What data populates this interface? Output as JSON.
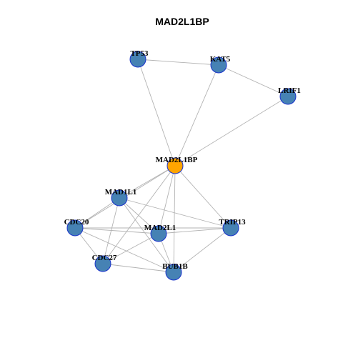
{
  "title": "MAD2L1BP",
  "colors": {
    "hub_fill": "#FFA500",
    "node_fill": "#4682B4",
    "node_border": "#1A33CC",
    "edge": "#B3B3B3"
  },
  "nodes": [
    {
      "id": "TP53",
      "label": "TP53",
      "hub": false
    },
    {
      "id": "KAT5",
      "label": "KAT5",
      "hub": false
    },
    {
      "id": "LRIF1",
      "label": "LRIF1",
      "hub": false
    },
    {
      "id": "MAD2L1BP",
      "label": "MAD2L1BP",
      "hub": true
    },
    {
      "id": "MAD1L1",
      "label": "MAD1L1",
      "hub": false
    },
    {
      "id": "CDC20",
      "label": "CDC20",
      "hub": false
    },
    {
      "id": "MAD2L1",
      "label": "MAD2L1",
      "hub": false
    },
    {
      "id": "TRIP13",
      "label": "TRIP13",
      "hub": false
    },
    {
      "id": "CDC27",
      "label": "CDC27",
      "hub": false
    },
    {
      "id": "BUB1B",
      "label": "BUB1B",
      "hub": false
    }
  ],
  "edges": [
    [
      "TP53",
      "KAT5"
    ],
    [
      "TP53",
      "MAD2L1BP"
    ],
    [
      "KAT5",
      "LRIF1"
    ],
    [
      "KAT5",
      "MAD2L1BP"
    ],
    [
      "LRIF1",
      "MAD2L1BP"
    ],
    [
      "MAD2L1BP",
      "MAD1L1"
    ],
    [
      "MAD2L1BP",
      "CDC20"
    ],
    [
      "MAD2L1BP",
      "MAD2L1"
    ],
    [
      "MAD2L1BP",
      "TRIP13"
    ],
    [
      "MAD2L1BP",
      "CDC27"
    ],
    [
      "MAD2L1BP",
      "BUB1B"
    ],
    [
      "MAD1L1",
      "CDC20"
    ],
    [
      "MAD1L1",
      "MAD2L1"
    ],
    [
      "MAD1L1",
      "TRIP13"
    ],
    [
      "MAD1L1",
      "CDC27"
    ],
    [
      "MAD1L1",
      "BUB1B"
    ],
    [
      "CDC20",
      "MAD2L1"
    ],
    [
      "CDC20",
      "CDC27"
    ],
    [
      "CDC20",
      "BUB1B"
    ],
    [
      "MAD2L1",
      "TRIP13"
    ],
    [
      "MAD2L1",
      "CDC27"
    ],
    [
      "MAD2L1",
      "BUB1B"
    ],
    [
      "TRIP13",
      "CDC20"
    ],
    [
      "TRIP13",
      "BUB1B"
    ],
    [
      "CDC27",
      "BUB1B"
    ]
  ]
}
